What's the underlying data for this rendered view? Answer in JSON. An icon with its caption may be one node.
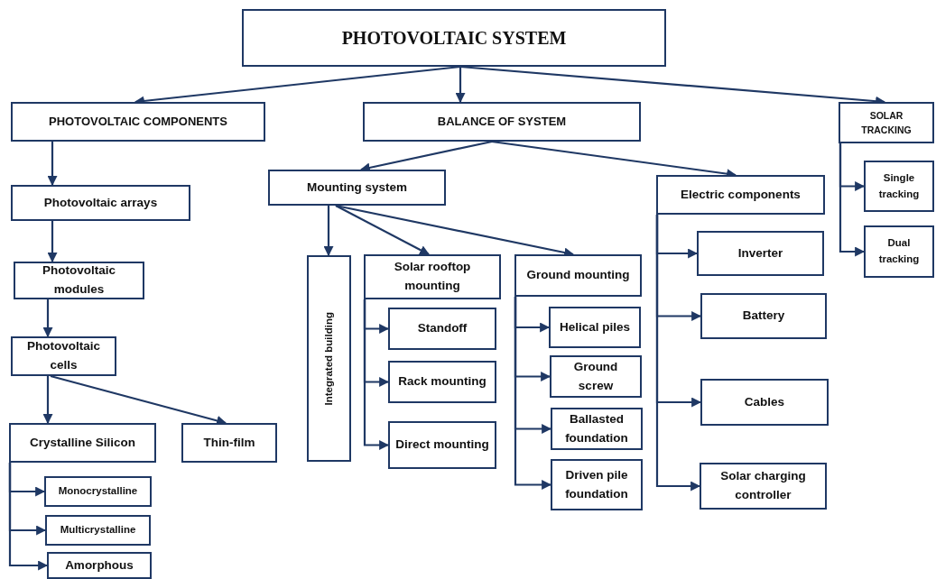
{
  "diagram": {
    "nodes": [
      {
        "text": [
          "PHOTOVOLTAIC SYSTEM"
        ]
      },
      {
        "text": [
          "PHOTOVOLTAIC COMPONENTS"
        ]
      },
      {
        "text": [
          "BALANCE OF SYSTEM"
        ]
      },
      {
        "text": [
          "SOLAR TRACKING"
        ]
      },
      {
        "text": [
          "Photovoltaic arrays"
        ]
      },
      {
        "text": [
          "Photovoltaic modules"
        ]
      },
      {
        "text": [
          "Photovoltaic cells"
        ]
      },
      {
        "text": [
          "Crystalline Silicon"
        ]
      },
      {
        "text": [
          "Thin-film"
        ]
      },
      {
        "text": [
          "Monocrystalline"
        ]
      },
      {
        "text": [
          "Multicrystalline"
        ]
      },
      {
        "text": [
          "Amorphous"
        ]
      },
      {
        "text": [
          "Mounting system"
        ]
      },
      {
        "text": [
          "Integrated building"
        ]
      },
      {
        "text": [
          "Solar rooftop mounting"
        ]
      },
      {
        "text": [
          "Standoff"
        ]
      },
      {
        "text": [
          "Rack mounting"
        ]
      },
      {
        "text": [
          "Direct mounting"
        ]
      },
      {
        "text": [
          "Ground mounting"
        ]
      },
      {
        "text": [
          "Helical piles"
        ]
      },
      {
        "text": [
          "Ground screw"
        ]
      },
      {
        "text": [
          "Ballasted foundation"
        ]
      },
      {
        "text": [
          "Driven pile foundation"
        ]
      },
      {
        "text": [
          "Electric components"
        ]
      },
      {
        "text": [
          "Inverter"
        ]
      },
      {
        "text": [
          "Battery"
        ]
      },
      {
        "text": [
          "Cables"
        ]
      },
      {
        "text": [
          "Solar charging controller"
        ]
      },
      {
        "text": [
          "Single tracking"
        ]
      },
      {
        "text": [
          "Dual tracking"
        ]
      }
    ],
    "edges": [
      {
        "from": 0,
        "to": 1,
        "arrow": "to"
      },
      {
        "from": 0,
        "to": 2,
        "arrow": "to"
      },
      {
        "from": 0,
        "to": 3,
        "arrow": "to"
      },
      {
        "from": 1,
        "to": 4,
        "arrow": "to"
      },
      {
        "from": 4,
        "to": 5,
        "arrow": "to"
      },
      {
        "from": 5,
        "to": 6,
        "arrow": "to"
      },
      {
        "from": 6,
        "to": 7,
        "arrow": "to"
      },
      {
        "from": 6,
        "to": 8,
        "arrow": "to"
      },
      {
        "from": 7,
        "to": 9,
        "arrow": "to"
      },
      {
        "from": 7,
        "to": 10,
        "arrow": "to"
      },
      {
        "from": 7,
        "to": 11,
        "arrow": "to"
      },
      {
        "from": 2,
        "to": 12,
        "arrow": "to"
      },
      {
        "from": 2,
        "to": 23,
        "arrow": "to"
      },
      {
        "from": 12,
        "to": 13,
        "arrow": "to"
      },
      {
        "from": 12,
        "to": 14,
        "arrow": "to"
      },
      {
        "from": 12,
        "to": 18,
        "arrow": "to"
      },
      {
        "from": 14,
        "to": 15,
        "arrow": "to"
      },
      {
        "from": 14,
        "to": 16,
        "arrow": "to"
      },
      {
        "from": 14,
        "to": 17,
        "arrow": "to"
      },
      {
        "from": 18,
        "to": 19,
        "arrow": "to"
      },
      {
        "from": 18,
        "to": 20,
        "arrow": "to"
      },
      {
        "from": 18,
        "to": 21,
        "arrow": "to"
      },
      {
        "from": 18,
        "to": 22,
        "arrow": "to"
      },
      {
        "from": 23,
        "to": 24,
        "arrow": "to"
      },
      {
        "from": 23,
        "to": 25,
        "arrow": "to"
      },
      {
        "from": 23,
        "to": 26,
        "arrow": "to"
      },
      {
        "from": 23,
        "to": 27,
        "arrow": "to"
      },
      {
        "from": 3,
        "to": 28,
        "arrow": "to"
      },
      {
        "from": 3,
        "to": 29,
        "arrow": "to"
      }
    ]
  }
}
